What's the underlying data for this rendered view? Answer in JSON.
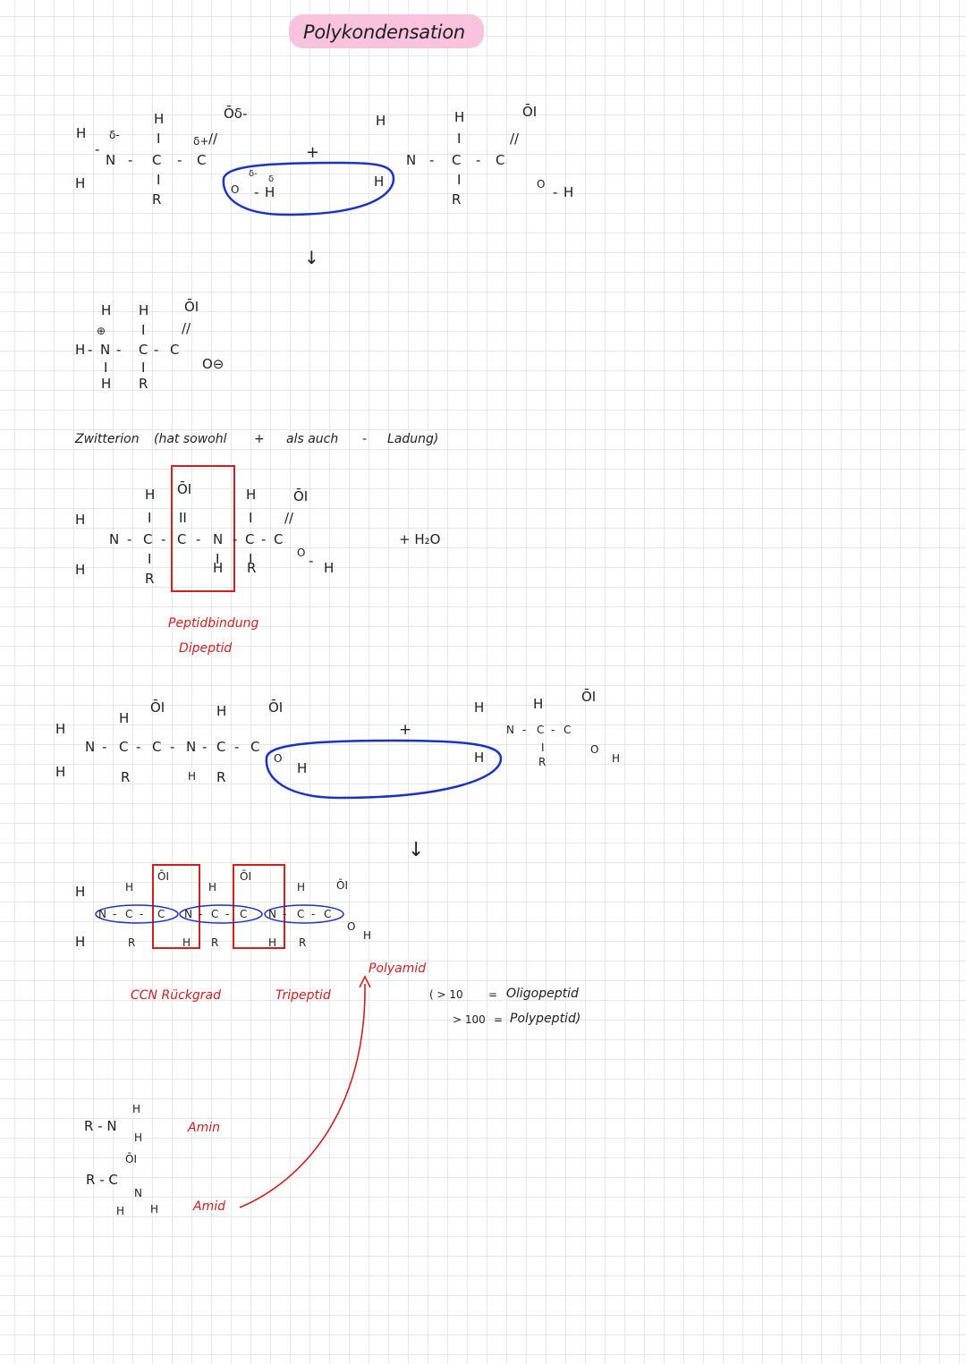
{
  "title": "Polykondensation",
  "atoms": {
    "H": "H",
    "N": "N",
    "C": "C",
    "R": "R",
    "O": "O",
    "O_lone": "ŌI",
    "O_partial": "Ōδ-",
    "O_minus": "O⊖",
    "plus_charge": "⊕",
    "delta_plus": "δ+",
    "delta_minus": "δ-",
    "delta": "δ",
    "bond_single": "-",
    "bond_double": "//",
    "bond_vertical": "I",
    "bond_equal": "II"
  },
  "operators": {
    "plus": "+",
    "arrow_down": "↓"
  },
  "zwitterion_text": [
    "Zwitterion",
    "(hat sowohl",
    "+",
    "als auch",
    "-",
    "Ladung)"
  ],
  "water_product": "+ H₂O",
  "labels": {
    "peptide_bond": "Peptidbindung",
    "dipeptide": "Dipeptid",
    "backbone": "CCN Rückgrad",
    "tripeptide": "Tripeptid",
    "polyamide": "Polyamid",
    "amine": "Amin",
    "amide": "Amid"
  },
  "classification": [
    {
      "threshold": "( > 10",
      "eq": "=",
      "name": "Oligopeptid"
    },
    {
      "threshold": "> 100",
      "eq": "=",
      "name": "Polypeptid)"
    }
  ],
  "general": {
    "amine_formula": "R - N",
    "amide_formula": "R - C"
  },
  "colors": {
    "highlight": "#f9c2dd",
    "red": "#d31f1f",
    "blue": "#1a32c8",
    "ink": "#1f1f1f"
  }
}
